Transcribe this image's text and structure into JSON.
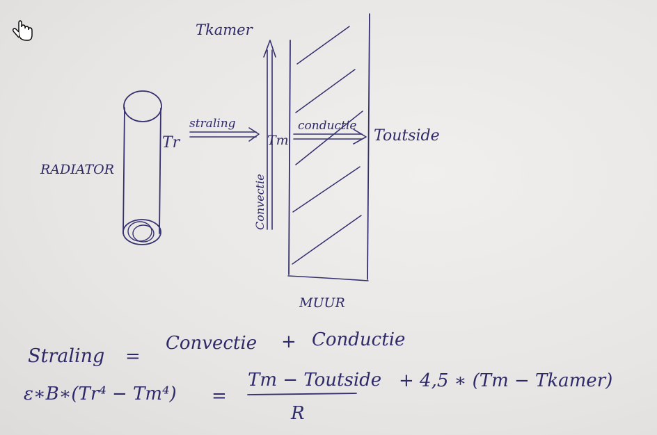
{
  "diagram": {
    "labels": {
      "radiator": "RADIATOR",
      "tr": "Tr",
      "straling": "straling",
      "tkamer": "Tkamer",
      "tm": "Tm",
      "convectie_vertical": "Convectie",
      "conductie": "conductie",
      "toutside": "Toutside",
      "muur": "MUUR"
    },
    "equations": {
      "line1_left": "Straling",
      "line1_eq": "=",
      "line1_convectie": "Convectie",
      "line1_plus": "+",
      "line1_conductie": "Conductie",
      "line2_left": "ε∗B∗(Tr⁴ − Tm⁴)",
      "line2_eq": "=",
      "line2_numerator": "Tm − Toutside",
      "line2_denominator": "R",
      "line2_rest": "+ 4,5 ∗ (Tm − Tkamer)"
    },
    "cursor_icon": "hand-pointer-icon",
    "colors": {
      "ink": "#2e2a6a",
      "paper": "#eae8e6"
    }
  }
}
